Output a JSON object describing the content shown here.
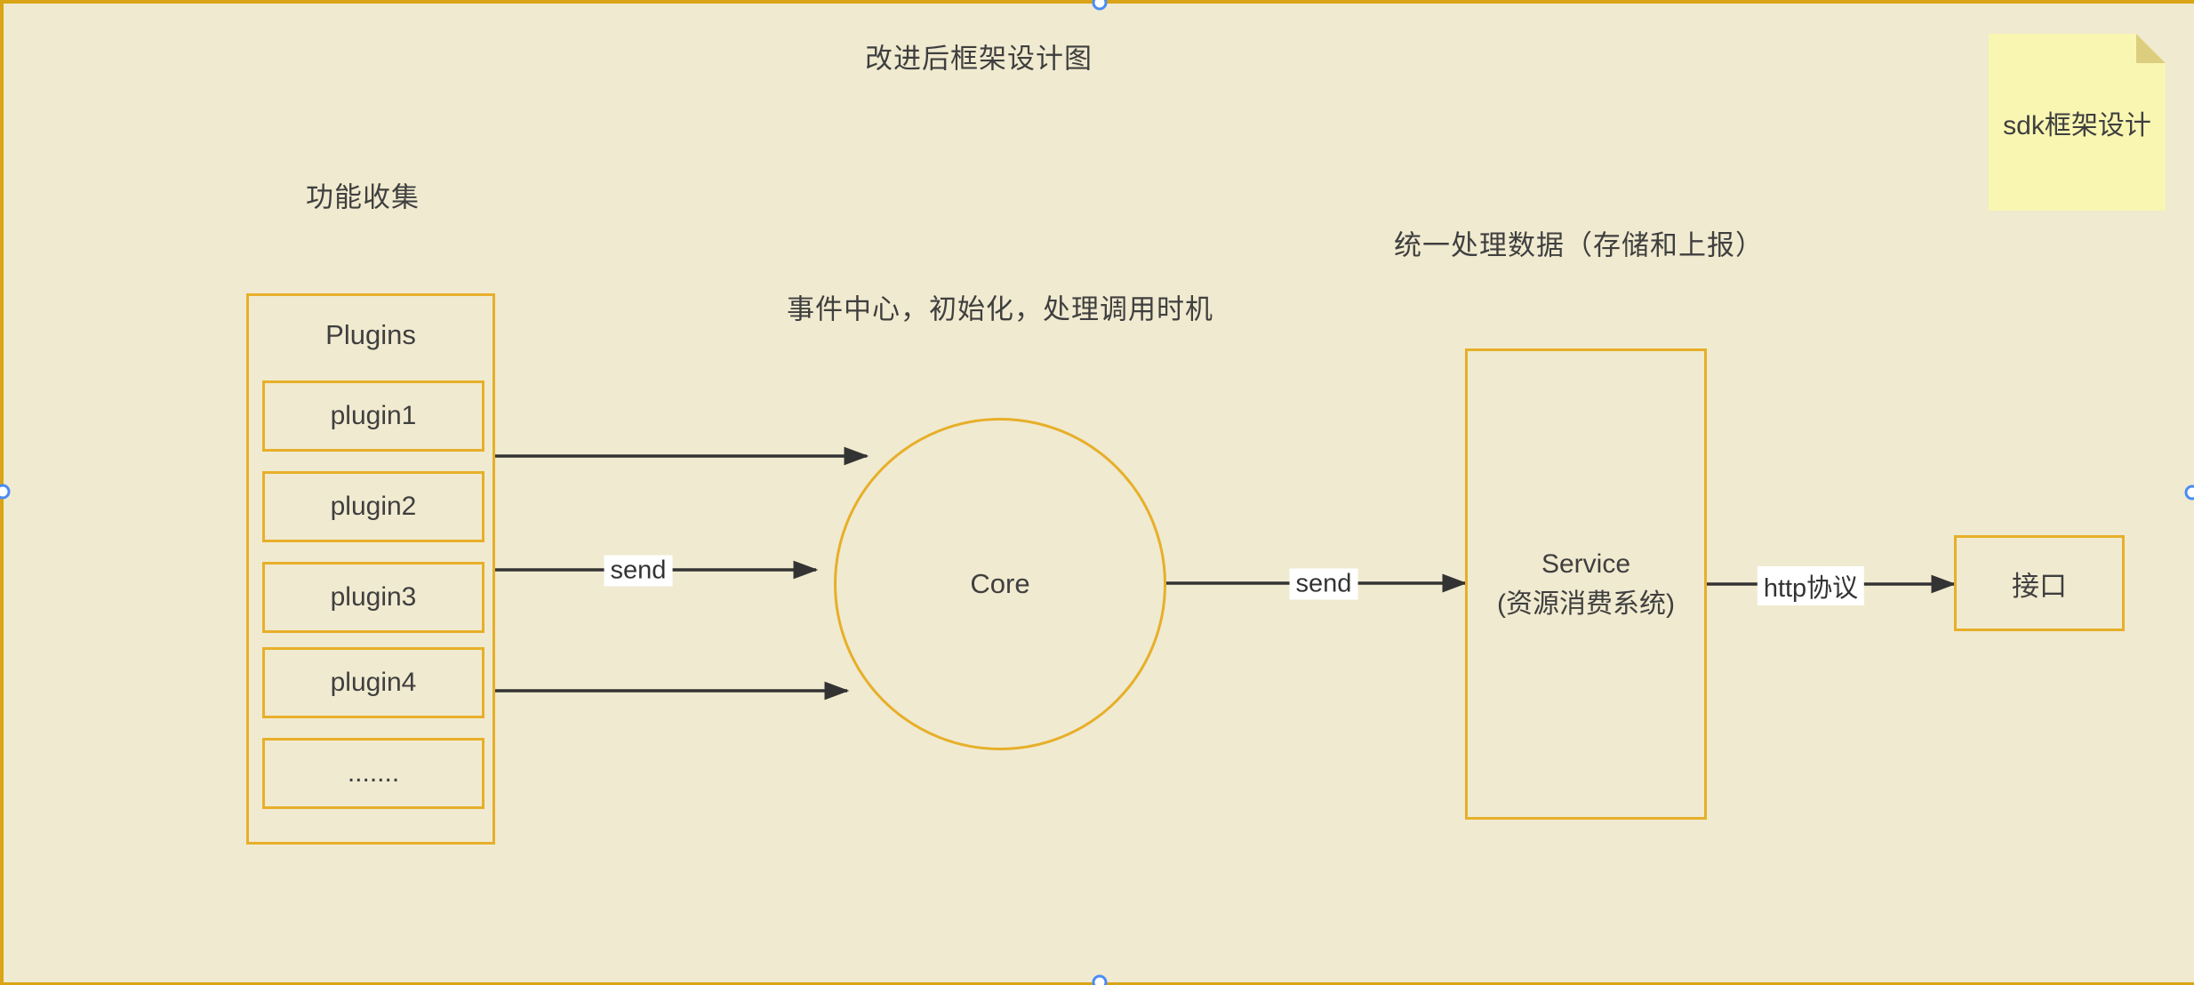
{
  "canvas": {
    "title": "改进后框架设计图"
  },
  "captions": {
    "plugins": "功能收集",
    "core": "事件中心，初始化，处理调用时机",
    "service": "统一处理数据（存储和上报）"
  },
  "sticky_note": {
    "text": "sdk框架设计"
  },
  "nodes": {
    "plugins": {
      "title": "Plugins",
      "items": [
        "plugin1",
        "plugin2",
        "plugin3",
        "plugin4",
        "......."
      ]
    },
    "core": {
      "label": "Core"
    },
    "service": {
      "line1": "Service",
      "line2": "(资源消费系统)"
    },
    "interface": {
      "label": "接口"
    }
  },
  "edge_labels": {
    "send_plugins_core": "send",
    "send_core_service": "send",
    "http_service_interface": "http协议"
  },
  "colors": {
    "background": "#f0ead0",
    "canvas_border": "#d9a415",
    "node_border": "#e7af29",
    "arrow": "#333333",
    "text": "#3f3f3f",
    "note_fill": "#f9f6b2",
    "note_fold": "#ddcd7f",
    "handle_ring": "#4a8cf5",
    "edge_label_bg": "#ffffff"
  }
}
